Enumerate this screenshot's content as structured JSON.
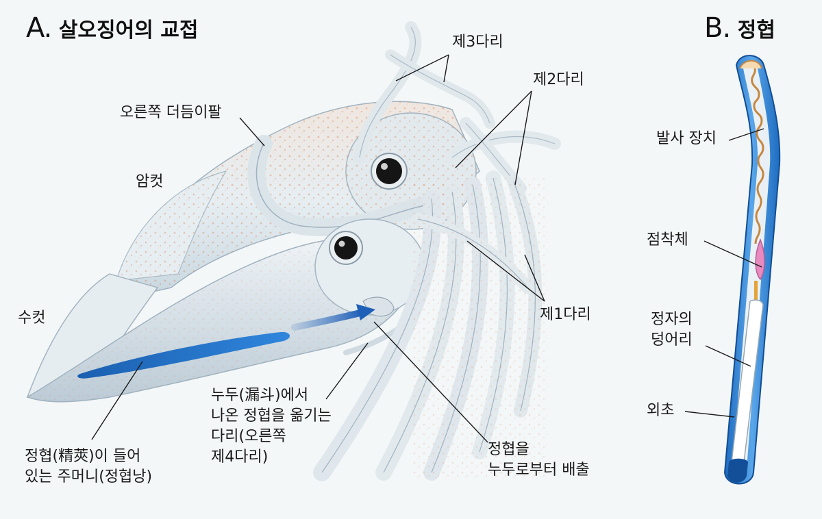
{
  "panel_a": {
    "letter": "A.",
    "title": "살오징어의 교접",
    "labels": {
      "right_fin": "오른쪽 더듬이팔",
      "female": "암컷",
      "male": "수컷",
      "third_arm": "제3다리",
      "second_arm": "제2다리",
      "first_arm": "제1다리",
      "spermatophore_sac": [
        "정협(精莢)이 들어",
        "있는 주머니(정협낭)"
      ],
      "hectocotylus": [
        "누두(漏斗)에서",
        "나온 정협을 옮기는",
        "다리(오른쪽",
        "제4다리)"
      ],
      "ejection": [
        "정협을",
        "누두로부터 배출"
      ]
    }
  },
  "panel_b": {
    "letter": "B.",
    "title": "정협",
    "labels": {
      "ejaculatory_apparatus": "발사 장치",
      "cement_body": "점착체",
      "sperm_mass": [
        "정자의",
        "덩어리"
      ],
      "sheath": "외초"
    }
  },
  "colors": {
    "background": "#f4f7f8",
    "body_light": "#e4ecf0",
    "body_shade": "#b9c9d3",
    "speckle": "#d9895a",
    "sac_blue": "#1f6fc4",
    "arrow_blue": "#1e5fb8",
    "sheath_blue": "#2b7fd0",
    "cement_pink": "#e88ac0"
  }
}
